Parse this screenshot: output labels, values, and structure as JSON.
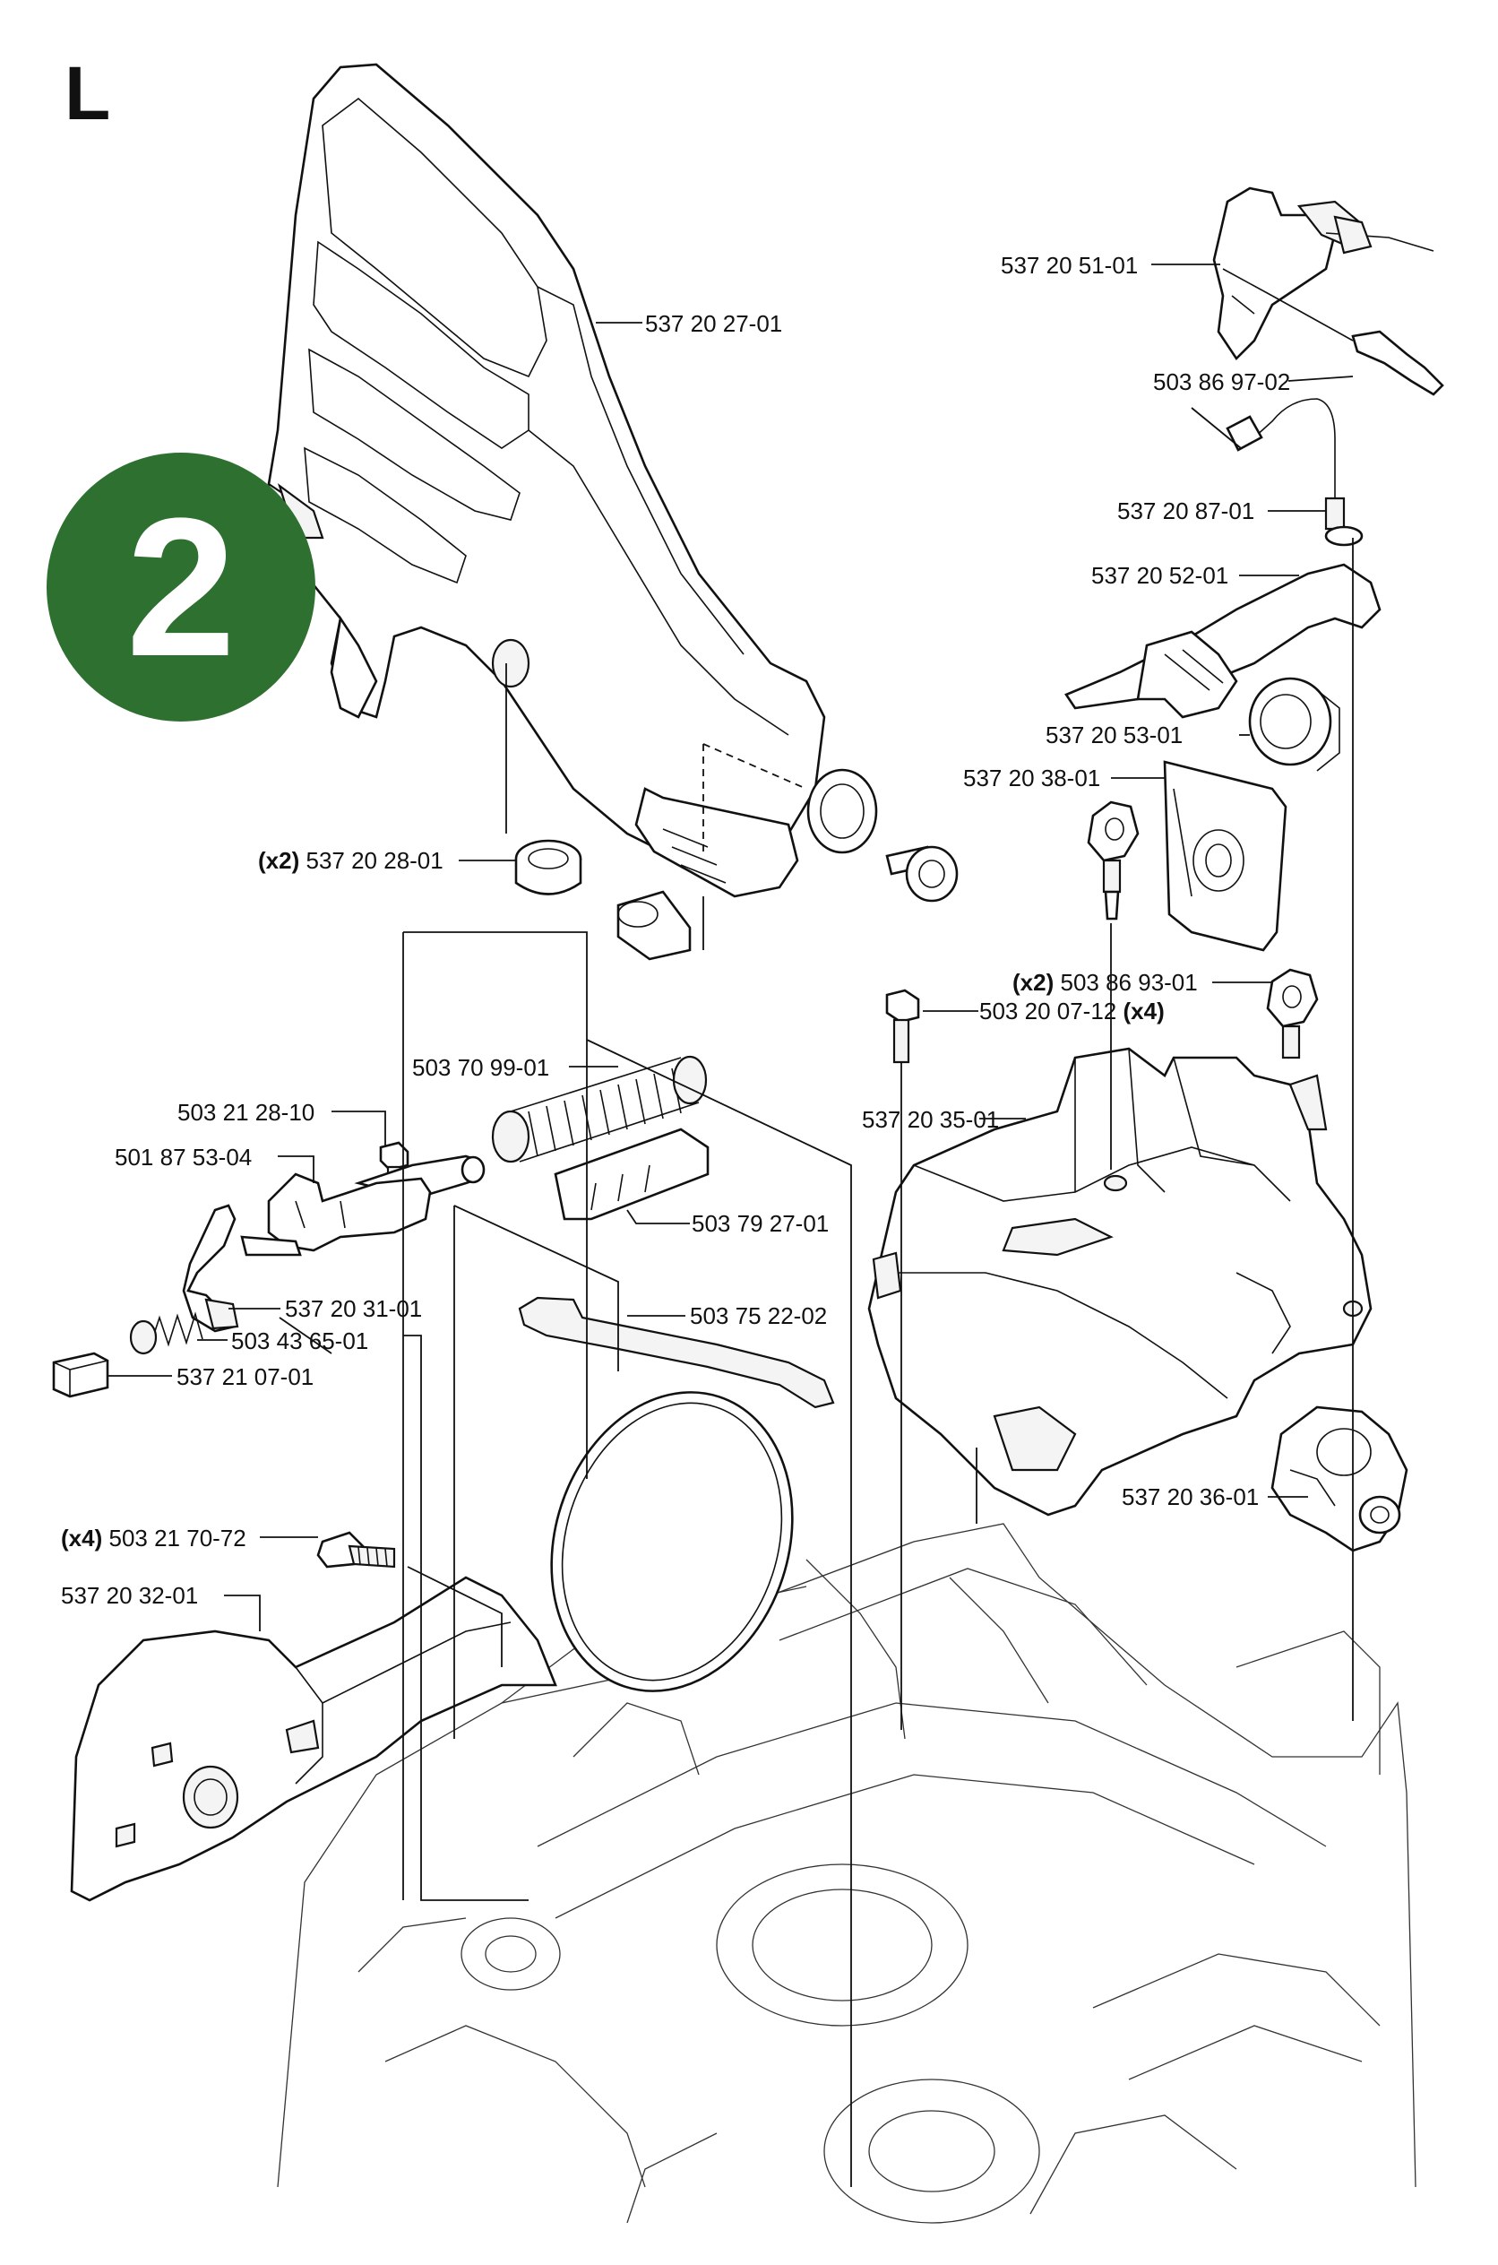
{
  "section_letter": "L",
  "badge": {
    "number": "2",
    "color": "#2e7030"
  },
  "labels": [
    {
      "id": "lbl-537-20-27-01",
      "qty": "",
      "part": "537 20 27-01",
      "suffix": ""
    },
    {
      "id": "lbl-537-20-51-01",
      "qty": "",
      "part": "537 20 51-01",
      "suffix": ""
    },
    {
      "id": "lbl-503-86-97-02",
      "qty": "",
      "part": "503 86 97-02",
      "suffix": ""
    },
    {
      "id": "lbl-537-20-87-01",
      "qty": "",
      "part": "537 20 87-01",
      "suffix": ""
    },
    {
      "id": "lbl-537-20-52-01",
      "qty": "",
      "part": "537 20 52-01",
      "suffix": ""
    },
    {
      "id": "lbl-537-20-53-01",
      "qty": "",
      "part": "537 20 53-01",
      "suffix": ""
    },
    {
      "id": "lbl-537-20-38-01",
      "qty": "",
      "part": "537 20 38-01",
      "suffix": ""
    },
    {
      "id": "lbl-537-20-28-01",
      "qty": "(x2)",
      "part": "537 20 28-01",
      "suffix": ""
    },
    {
      "id": "lbl-503-86-93-01",
      "qty": "(x2)",
      "part": "503 86 93-01",
      "suffix": ""
    },
    {
      "id": "lbl-503-20-07-12",
      "qty": "",
      "part": "503 20 07-12",
      "suffix": "(x4)"
    },
    {
      "id": "lbl-503-70-99-01",
      "qty": "",
      "part": "503 70 99-01",
      "suffix": ""
    },
    {
      "id": "lbl-537-20-35-01",
      "qty": "",
      "part": "537 20 35-01",
      "suffix": ""
    },
    {
      "id": "lbl-503-21-28-10",
      "qty": "",
      "part": "503 21 28-10",
      "suffix": ""
    },
    {
      "id": "lbl-501-87-53-04",
      "qty": "",
      "part": "501 87 53-04",
      "suffix": ""
    },
    {
      "id": "lbl-503-79-27-01",
      "qty": "",
      "part": "503 79 27-01",
      "suffix": ""
    },
    {
      "id": "lbl-537-20-31-01",
      "qty": "",
      "part": "537 20 31-01",
      "suffix": ""
    },
    {
      "id": "lbl-503-75-22-02",
      "qty": "",
      "part": "503 75 22-02",
      "suffix": ""
    },
    {
      "id": "lbl-503-43-65-01",
      "qty": "",
      "part": "503 43 65-01",
      "suffix": ""
    },
    {
      "id": "lbl-537-21-07-01",
      "qty": "",
      "part": "537 21 07-01",
      "suffix": ""
    },
    {
      "id": "lbl-537-20-36-01",
      "qty": "",
      "part": "537 20 36-01",
      "suffix": ""
    },
    {
      "id": "lbl-503-21-70-72",
      "qty": "(x4)",
      "part": "503 21 70-72",
      "suffix": ""
    },
    {
      "id": "lbl-537-20-32-01",
      "qty": "",
      "part": "537 20 32-01",
      "suffix": ""
    }
  ]
}
